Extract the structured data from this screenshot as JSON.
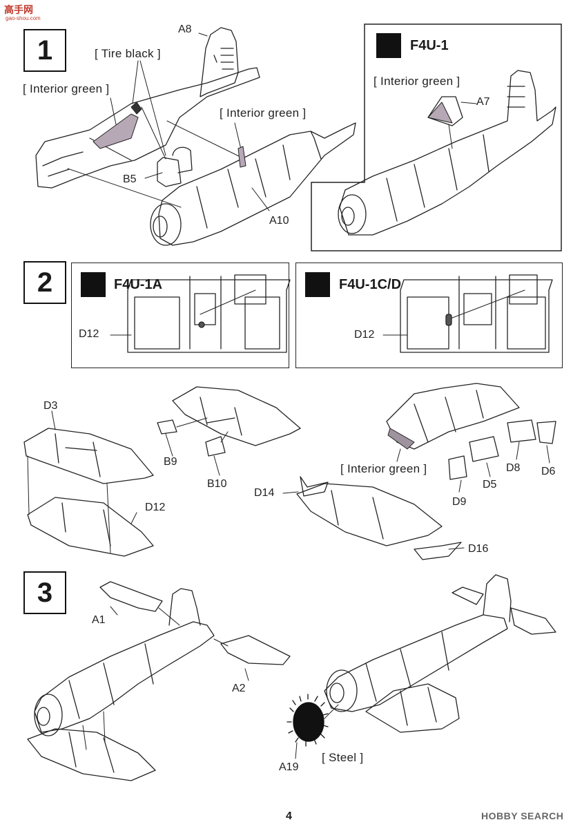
{
  "watermark": {
    "site_name": "高手网",
    "site_url": "gao-shou.com"
  },
  "page_number": "4",
  "footer_logo": "HOBBY SEARCH",
  "steps": [
    {
      "number": "1"
    },
    {
      "number": "2"
    },
    {
      "number": "3"
    }
  ],
  "step1": {
    "labels": {
      "a8": "A8",
      "b5": "B5",
      "a10": "A10",
      "a7": "A7"
    },
    "paints": {
      "tire_black": "[ Tire black ]",
      "interior_green_1": "[ Interior green ]",
      "interior_green_2": "[ Interior green ]",
      "interior_green_3": "[ Interior green ]"
    },
    "variant": "F4U-1"
  },
  "step2": {
    "variant_a": "F4U-1A",
    "variant_b": "F4U-1C/D",
    "d12_a": "D12",
    "d12_b": "D12",
    "labels": {
      "d3": "D3",
      "b9": "B9",
      "b10": "B10",
      "d12": "D12",
      "d14": "D14",
      "d16": "D16",
      "d8": "D8",
      "d6": "D6",
      "d5": "D5",
      "d9": "D9"
    },
    "paints": {
      "interior_green": "[ Interior green ]"
    }
  },
  "step3": {
    "labels": {
      "a1": "A1",
      "a2": "A2",
      "a19": "A19"
    },
    "paints": {
      "steel": "[ Steel ]"
    }
  }
}
